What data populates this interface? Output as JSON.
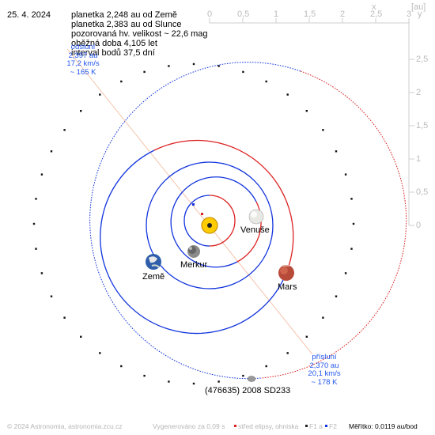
{
  "date": "25. 4. 2024",
  "info_lines": [
    "planetka 2,248 au od Země",
    "planetka 2,383 au od Slunce",
    "pozorovaná hv. velikost ~ 22,6 mag",
    "oběžná doba 4,105 let",
    "interval bodů 37,5 dní"
  ],
  "aphelion": {
    "title": "odsluní",
    "distance": "2,397 au",
    "speed": "17,2 km/s",
    "temp": "~ 165 K"
  },
  "perihelion": {
    "title": "přísluní",
    "distance": "2,370 au",
    "speed": "20,1 km/s",
    "temp": "~ 178 K"
  },
  "asteroid_label": "(476635) 2008 SD233",
  "planets": {
    "venus": "Venuše",
    "mercury": "Merkur",
    "earth": "Země",
    "mars": "Mars"
  },
  "axis": {
    "unit": "[au]",
    "x_label": "x",
    "y_label": "y",
    "x_ticks": [
      "0",
      "0,5",
      "1",
      "1,5",
      "2",
      "2,5",
      "3"
    ],
    "y_ticks": [
      "2,5",
      "2",
      "1,5",
      "1",
      "0,5",
      "0"
    ]
  },
  "footer": {
    "copyright": "© 2024 Astronomia, astronomia.zcu.cz",
    "generated": "Vygenerováno za 0,09 s",
    "legend_center": "střed elipsy, ohniska",
    "legend_f1": "F1 a",
    "legend_f2": "F2",
    "scale": "Měřítko: 0,0119 au/bod"
  },
  "colors": {
    "above_ecliptic": "#1133dd",
    "below_ecliptic": "#dd2222",
    "sun": "#ffcc00",
    "axis": "#cccccc"
  }
}
